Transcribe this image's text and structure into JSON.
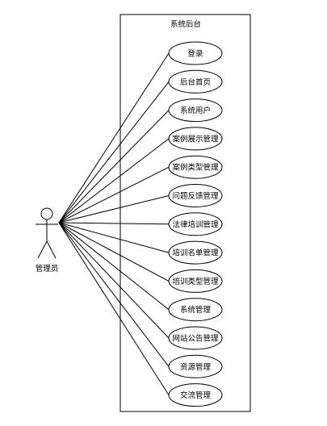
{
  "system": {
    "title": "系统后台"
  },
  "actor": {
    "label": "管理员"
  },
  "use_cases": [
    {
      "label": "登录"
    },
    {
      "label": "后台首页"
    },
    {
      "label": "系统用户"
    },
    {
      "label": "案例展示管理"
    },
    {
      "label": "案例类型管理"
    },
    {
      "label": "问题反馈管理"
    },
    {
      "label": "法律培训管理"
    },
    {
      "label": "培训名单管理"
    },
    {
      "label": "培训类型管理"
    },
    {
      "label": "系统管理"
    },
    {
      "label": "网站公告管理"
    },
    {
      "label": "资源管理"
    },
    {
      "label": "交流管理"
    }
  ]
}
